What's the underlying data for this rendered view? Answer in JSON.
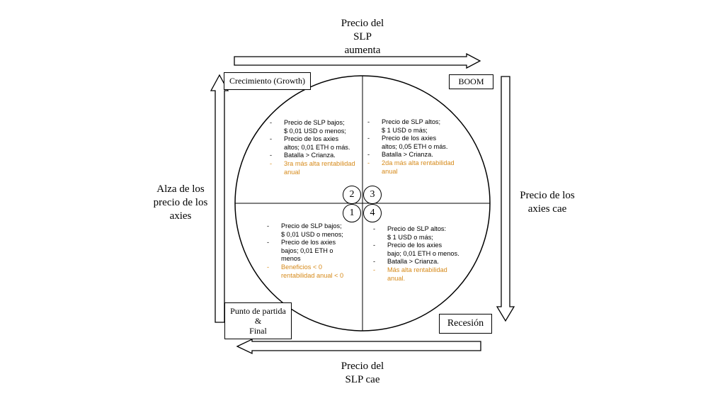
{
  "captions": {
    "top": [
      "Precio del",
      "SLP",
      "aumenta"
    ],
    "bottom": [
      "Precio del",
      "SLP cae"
    ],
    "left": [
      "Alza de los",
      "precio de los",
      "axies"
    ],
    "right": [
      "Precio de los",
      "axies cae"
    ]
  },
  "corners": {
    "top_left": "Crecimiento (Growth)",
    "top_right": "BOOM",
    "bottom_right": "Recesión",
    "bottom_left": [
      "Punto de partida",
      "&",
      "Final"
    ]
  },
  "numbers": [
    "2",
    "3",
    "1",
    "4"
  ],
  "quadrants": {
    "top_left": [
      {
        "lines": [
          "Precio de SLP bajos;",
          "$ 0,01 USD o  menos;"
        ]
      },
      {
        "lines": [
          "Precio de los axies",
          "altos; 0,01 ETH o más."
        ]
      },
      {
        "lines": [
          "Batalla > Crianza."
        ]
      },
      {
        "lines": [
          "3ra más alta rentabilidad",
          "anual"
        ],
        "highlight": true
      }
    ],
    "top_right": [
      {
        "lines": [
          "Precio de SLP altos;",
          "$ 1 USD o más;"
        ]
      },
      {
        "lines": [
          "Precio de los axies",
          "altos; 0,05 ETH o más."
        ]
      },
      {
        "lines": [
          "Batalla > Crianza."
        ]
      },
      {
        "lines": [
          "2da más alta rentabilidad",
          "anual"
        ],
        "highlight": true
      }
    ],
    "bottom_left": [
      {
        "lines": [
          "Precio de SLP bajos;",
          "$ 0,01 USD o  menos;"
        ]
      },
      {
        "lines": [
          "Precio de los axies",
          "bajos; 0,01 ETH o",
          "menos"
        ]
      },
      {
        "lines": [
          "Beneficios < 0",
          "rentabilidad anual < 0"
        ],
        "highlight": true
      }
    ],
    "bottom_right": [
      {
        "lines": [
          "Precio de SLP altos:",
          "$ 1 USD o más;"
        ]
      },
      {
        "lines": [
          "Precio de los axies",
          "bajo; 0,01 ETH o menos."
        ]
      },
      {
        "lines": [
          "Batalla > Crianza."
        ]
      },
      {
        "lines": [
          "Más alta rentabilidad",
          "anual."
        ],
        "highlight": true
      }
    ]
  },
  "colors": {
    "highlight": "#d68a1a",
    "line": "#000000"
  }
}
